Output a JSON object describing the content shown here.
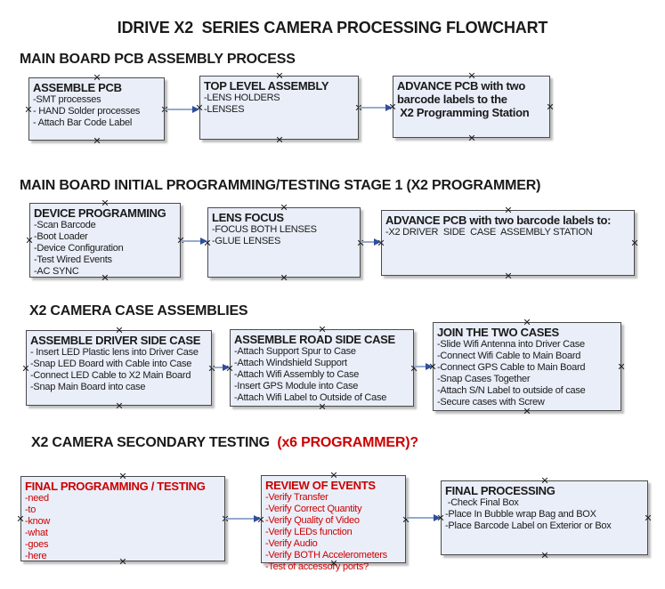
{
  "page_title": "IDRIVE X2  SERIES CAMERA PROCESSING FLOWCHART",
  "colors": {
    "box_fill": "#e9eef8",
    "box_border": "#4a4a4a",
    "shadow": "#bdbdbd",
    "arrow_line": "#96aacd",
    "arrow_head": "#2f4e9e",
    "red_text": "#cc0000",
    "text": "#1a1a1a"
  },
  "sections": [
    {
      "heading": "MAIN BOARD PCB ASSEMBLY PROCESS",
      "boxes": [
        {
          "title": "ASSEMBLE PCB",
          "items": [
            "-SMT processes",
            "- HAND Solder processes",
            "- Attach Bar Code Label"
          ]
        },
        {
          "title": "TOP LEVEL ASSEMBLY",
          "items": [
            "-LENS HOLDERS",
            "-LENSES"
          ]
        },
        {
          "title": "ADVANCE PCB with two\nbarcode labels to the\n X2 Programming Station",
          "items": []
        }
      ]
    },
    {
      "heading": "MAIN BOARD INITIAL PROGRAMMING/TESTING STAGE 1 (X2 PROGRAMMER)",
      "boxes": [
        {
          "title": "DEVICE PROGRAMMING",
          "items": [
            "-Scan Barcode",
            "-Boot Loader",
            "-Device Configuration",
            "-Test Wired Events",
            "-AC SYNC"
          ]
        },
        {
          "title": "LENS FOCUS",
          "items": [
            "-FOCUS BOTH LENSES",
            "-GLUE LENSES"
          ]
        },
        {
          "title": "ADVANCE PCB with two barcode labels to:",
          "items": [
            "-X2 DRIVER  SIDE  CASE  ASSEMBLY STATION"
          ]
        }
      ]
    },
    {
      "heading": "X2 CAMERA CASE ASSEMBLIES",
      "boxes": [
        {
          "title": "ASSEMBLE DRIVER SIDE CASE",
          "items": [
            "- Insert LED Plastic lens into Driver Case",
            "-Snap LED Board with Cable into Case",
            "-Connect LED Cable to X2 Main Board",
            "-Snap Main Board into case"
          ]
        },
        {
          "title": "ASSEMBLE ROAD SIDE CASE",
          "items": [
            "-Attach Support Spur to Case",
            "-Attach Windshield Support",
            "-Attach Wifi Assembly to Case",
            "-Insert GPS Module into Case",
            "-Attach Wifi Label to Outside of Case"
          ]
        },
        {
          "title": "JOIN THE TWO CASES",
          "items": [
            "-Slide Wifi Antenna into Driver Case",
            "-Connect Wifi Cable to Main Board",
            "-Connect GPS Cable to Main Board",
            "-Snap Cases Together",
            "-Attach S/N Label to outside of case",
            "-Secure cases with Screw"
          ]
        }
      ]
    },
    {
      "heading": "X2 CAMERA SECONDARY TESTING ",
      "heading_red": " (x6 PROGRAMMER)?",
      "boxes": [
        {
          "title": "FINAL PROGRAMMING / TESTING",
          "items": [
            "-need",
            "-to",
            "-know",
            "-what",
            "-goes",
            "-here"
          ]
        },
        {
          "title": "REVIEW OF EVENTS",
          "items": [
            "-Verify Transfer",
            "-Verify Correct Quantity",
            "-Verify Quality of Video",
            "-Verify LEDs function",
            "-Verify Audio",
            "-Verify BOTH Accelerometers",
            "-Test of accessory ports?"
          ]
        },
        {
          "title": "FINAL PROCESSING",
          "items": [
            " -Check Final Box",
            "-Place In Bubble wrap Bag and BOX",
            "-Place Barcode Label on Exterior or Box"
          ]
        }
      ]
    }
  ]
}
